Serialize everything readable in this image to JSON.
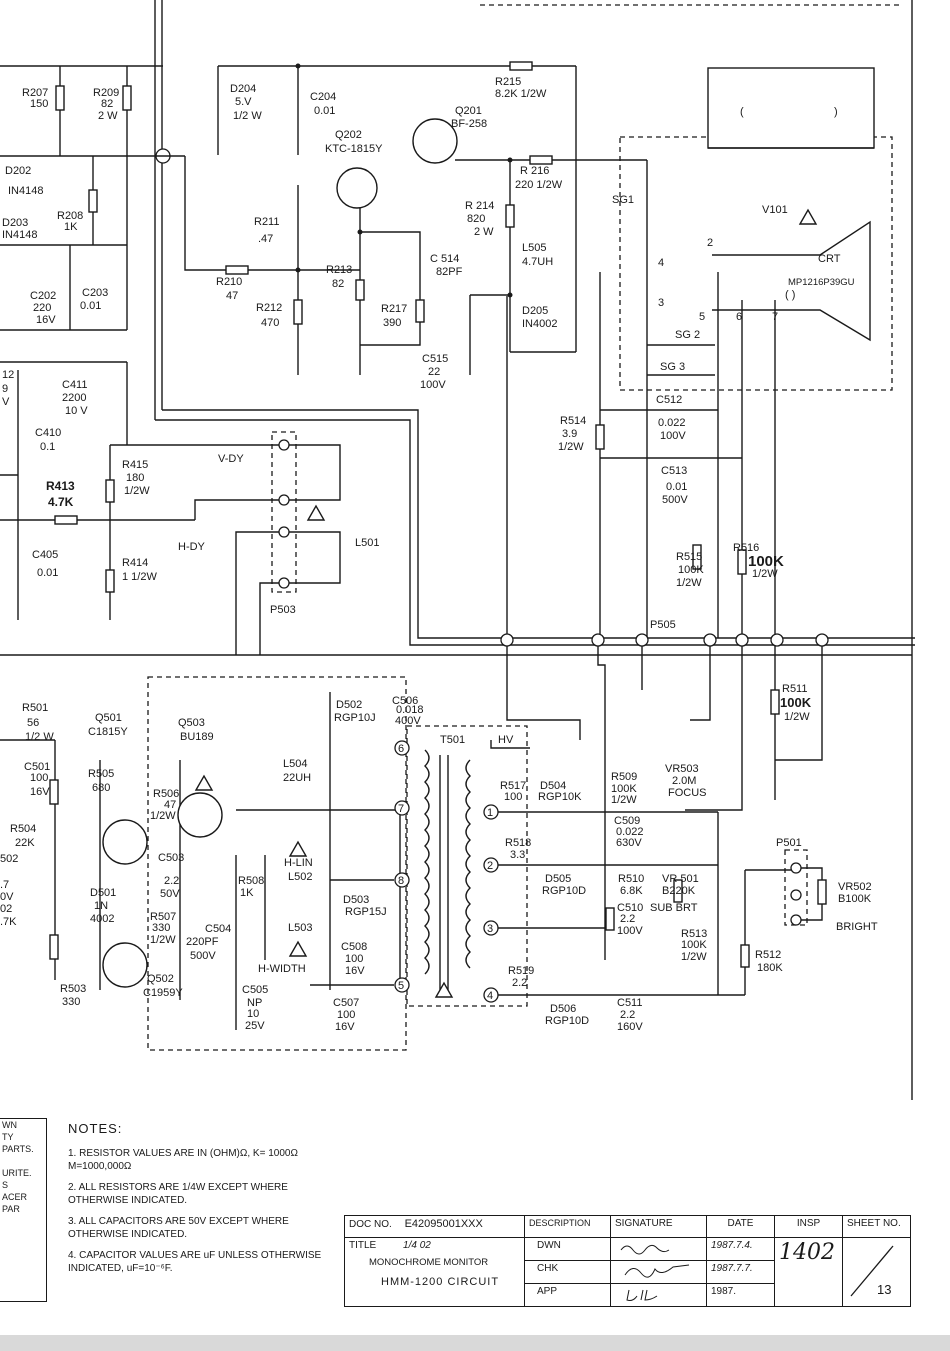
{
  "notes": {
    "heading": "NOTES:",
    "items": [
      "1. RESISTOR VALUES ARE IN (OHM)Ω, K= 1000Ω  M=1000,000Ω",
      "2. ALL RESISTORS ARE 1/4W EXCEPT WHERE OTHERWISE INDICATED.",
      "3. ALL CAPACITORS ARE 50V EXCEPT WHERE OTHERWISE INDICATED.",
      "4. CAPACITOR VALUES ARE uF UNLESS OTHERWISE INDICATED,  uF=10⁻⁶F."
    ]
  },
  "legend_left": [
    "WN",
    "TY",
    "PARTS.",
    "",
    "URITE.",
    "S",
    "ACER",
    "PAR"
  ],
  "title_block": {
    "doc_no_label": "DOC NO.",
    "doc_no": "E42095001XXX",
    "description_label": "DESCRIPTION",
    "signature_label": "SIGNATURE",
    "date_label": "DATE",
    "insp_label": "INSP",
    "sheet_label": "SHEET NO.",
    "title_label": "TITLE",
    "title_code": "1/4 02",
    "title_line1": "MONOCHROME MONITOR",
    "title_line2": "HMM-1200 CIRCUIT",
    "rows": [
      {
        "label": "DWN",
        "date": "1987.7.4."
      },
      {
        "label": "CHK",
        "date": "1987.7.7."
      },
      {
        "label": "APP",
        "date": "1987."
      }
    ],
    "insp": "1402",
    "sheet_no": "13"
  },
  "components": {
    "r207": "R207",
    "r207v": "150",
    "r209": "R209",
    "r209v": "82",
    "r209w": "2 W",
    "d202": "D202",
    "d202v": "IN4148",
    "d203": "D203",
    "d203v": "IN4148",
    "r208": "R208",
    "r208v": "1K",
    "c202": "C202",
    "c202v": "220",
    "c202w": "16V",
    "c203": "C203",
    "c203v": "0.01",
    "d204": "D204",
    "d204v": "5.V",
    "d204w": "1/2 W",
    "c204": "C204",
    "c204v": "0.01",
    "q202": "Q202",
    "q202v": "KTC-1815Y",
    "q201": "Q201",
    "q201v": "BF-258",
    "r215": "R215",
    "r215v": "8.2K 1/2W",
    "r216": "R 216",
    "r216v": "220 1/2W",
    "r214": "R 214",
    "r214v": "820",
    "r214w": "2 W",
    "l505": "L505",
    "l505v": "4.7UH",
    "d205": "D205",
    "d205v": "IN4002",
    "c514": "C 514",
    "c514v": "82PF",
    "r213": "R213",
    "r213v": "82",
    "r217": "R217",
    "r217v": "390",
    "c515": "C515",
    "c515v": "22",
    "c515w": "100V",
    "r211": "R211",
    "r211v": ".47",
    "r210": "R210",
    "r210v": "47",
    "r212": "R212",
    "r212v": "470",
    "sg1": "SG1",
    "v101": "V101",
    "crt": "CRT",
    "crt_type": "MP1216P39GU",
    "sg2": "SG 2",
    "sg3": "SG 3",
    "pin2": "2",
    "pin4": "4",
    "pin3": "3",
    "pin5": "5",
    "pin6": "6",
    "pin7": "7",
    "c411": "C411",
    "c411v": "2200",
    "c411w": "10 V",
    "c410": "C410",
    "c410v": "0.1",
    "r415": "R415",
    "r415v": "180",
    "r415w": "1/2W",
    "r413": "R413",
    "r413v": "4.7K",
    "c405": "C405",
    "c405v": "0.01",
    "r414": "R414",
    "r414v": "1  1/2W",
    "vdy": "V-DY",
    "hdy": "H-DY",
    "l501": "L501",
    "p503": "P503",
    "r514": "R514",
    "r514v": "3.9",
    "r514w": "1/2W",
    "c512": "C512",
    "c512v": "0.022",
    "c512w": "100V",
    "c513": "C513",
    "c513v": "0.01",
    "c513w": "500V",
    "r515": "R515",
    "r515v": "100K",
    "r515w": "1/2W",
    "r516": "R516",
    "r516v": "100K",
    "r516w": "1/2W",
    "p505": "P505",
    "r511": "R511",
    "r511v": "100K",
    "r511w": "1/2W",
    "r501": "R501",
    "r501v": "56",
    "r501w": "1/2 W",
    "q501": "Q501",
    "q501v": "C1815Y",
    "q503": "Q503",
    "q503v": "BU189",
    "d502": "D502",
    "d502v": "RGP10J",
    "c506": "C506",
    "c506v": "0.018",
    "c506w": "400V",
    "t501": "T501",
    "hv": "HV",
    "l504": "L504",
    "l504v": "22UH",
    "c501": "C501",
    "c501v": "100",
    "c501w": "16V",
    "r505": "R505",
    "r505v": "680",
    "r506": "R506",
    "r506v": "47",
    "r506w": "1/2W",
    "r504": "R504",
    "r504v": "22K",
    "c503": "C503",
    "c503v": "2.2",
    "c503w": "50V",
    "d501": "D501",
    "d501v": "1N",
    "d501w": "4002",
    "r507": "R507",
    "r507v": "330",
    "r507w": "1/2W",
    "c504": "C504",
    "c504v": "220PF",
    "c504w": "500V",
    "r508": "R508",
    "r508v": "1K",
    "hlin": "H-LIN",
    "l502": "L502",
    "l503": "L503",
    "hwidth": "H-WIDTH",
    "d503": "D503",
    "d503v": "RGP15J",
    "c508": "C508",
    "c508v": "100",
    "c508w": "16V",
    "c505": "C505",
    "c505v": "NP",
    "c505x": "10",
    "c505w": "25V",
    "c507": "C507",
    "c507v": "100",
    "c507w": "16V",
    "q502": "Q502",
    "q502v": "C1959Y",
    "r503": "R503",
    "r503v": "330",
    "r517": "R517",
    "r517v": "100",
    "d504": "D504",
    "d504v": "RGP10K",
    "r509": "R509",
    "r509v": "100K",
    "r509w": "1/2W",
    "vr503": "VR503",
    "vr503v": "2.0M",
    "focus": "FOCUS",
    "c509": "C509",
    "c509v": "0.022",
    "c509w": "630V",
    "r518": "R518",
    "r518v": "3.3",
    "d505": "D505",
    "d505v": "RGP10D",
    "r510": "R510",
    "r510v": "6.8K",
    "vr501": "VR 501",
    "vr501v": "B220K",
    "c510": "C510",
    "c510v": "2.2",
    "c510w": "100V",
    "subbrt": "SUB BRT",
    "r513": "R513",
    "r513v": "100K",
    "r513w": "1/2W",
    "r512": "R512",
    "r512v": "180K",
    "p501": "P501",
    "vr502": "VR502",
    "vr502v": "B100K",
    "bright": "BRIGHT",
    "r519": "R519",
    "r519v": "2.2",
    "d506": "D506",
    "d506v": "RGP10D",
    "c511": "C511",
    "c511v": "2.2",
    "c511w": "160V",
    "t1": "1",
    "t2": "2",
    "t3": "3",
    "t4": "4",
    "t5": "5",
    "t6": "6",
    "t7": "7",
    "t8": "8",
    "l_12": "12",
    "l_9": "9",
    "l_v": "V",
    "l_502": "502",
    "l_7": ".7",
    "l_0v": "0V",
    "l_02": "02",
    "l_7k": ".7K",
    "box_paren": "(                )",
    "paren_left": "(",
    "paren_right": ")"
  }
}
